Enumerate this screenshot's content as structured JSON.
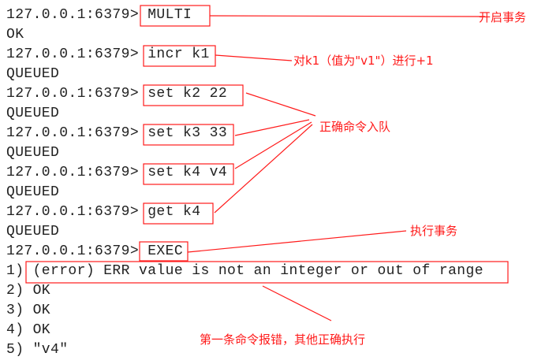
{
  "prompt": "127.0.0.1:6379>",
  "lines": [
    {
      "prompt": "127.0.0.1:6379>",
      "cmd": " MULTI"
    },
    {
      "out": "OK"
    },
    {
      "prompt": "127.0.0.1:6379>",
      "cmd": " incr k1"
    },
    {
      "out": "QUEUED"
    },
    {
      "prompt": "127.0.0.1:6379>",
      "cmd": " set k2 22"
    },
    {
      "out": "QUEUED"
    },
    {
      "prompt": "127.0.0.1:6379>",
      "cmd": " set k3 33"
    },
    {
      "out": "QUEUED"
    },
    {
      "prompt": "127.0.0.1:6379>",
      "cmd": " set k4 v4"
    },
    {
      "out": "QUEUED"
    },
    {
      "prompt": "127.0.0.1:6379>",
      "cmd": " get k4"
    },
    {
      "out": "QUEUED"
    },
    {
      "prompt": "127.0.0.1:6379>",
      "cmd": " EXEC"
    },
    {
      "out": "1) (error) ERR value is not an integer or out of range"
    },
    {
      "out": "2) OK"
    },
    {
      "out": "3) OK"
    },
    {
      "out": "4) OK"
    },
    {
      "out": "5) \"v4\""
    }
  ],
  "annotations": {
    "multi": "开启事务",
    "incr": "对k1（值为\"v1\"）进行+1",
    "queued": "正确命令入队",
    "exec": "执行事务",
    "error": "第一条命令报错，其他正确执行"
  },
  "colors": {
    "annotation": "#ff1a1a",
    "text": "#222222"
  }
}
